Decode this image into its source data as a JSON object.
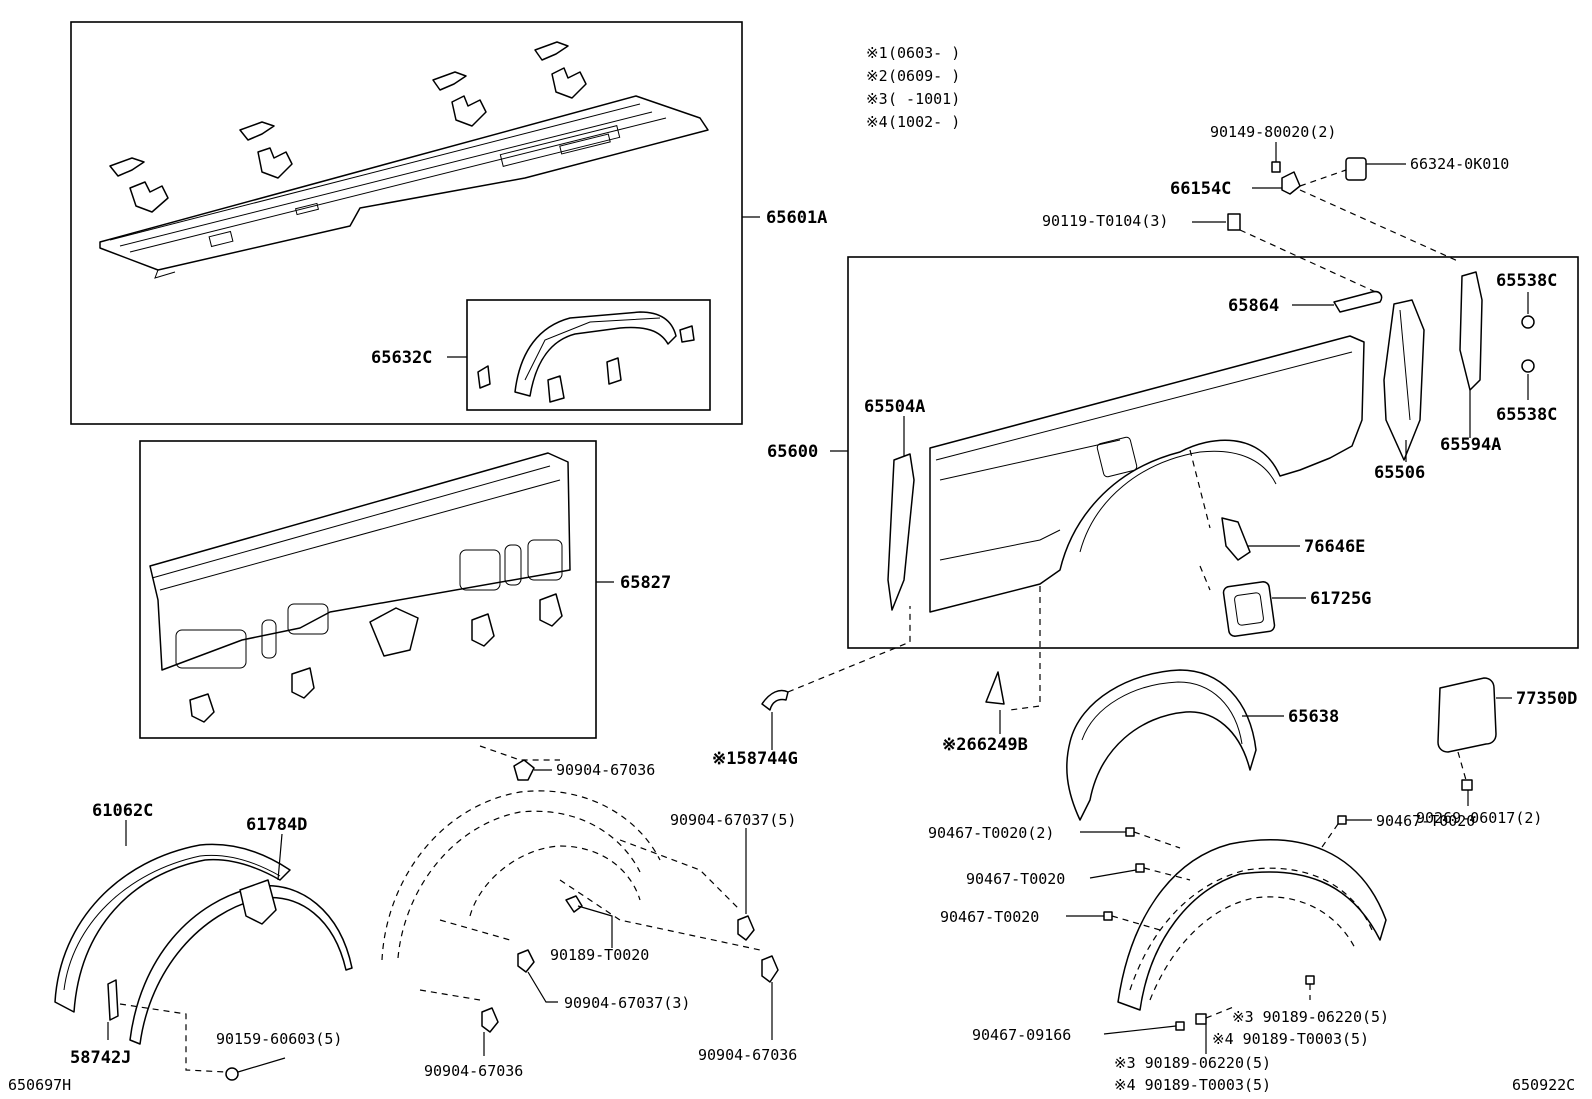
{
  "notes": [
    {
      "mark": "※1",
      "range": "(0603-      )"
    },
    {
      "mark": "※2",
      "range": "(0609-      )"
    },
    {
      "mark": "※3",
      "range": "(      -1001)"
    },
    {
      "mark": "※4",
      "range": "(1002-      )"
    }
  ],
  "labels": {
    "p65601A": "65601A",
    "p65632C": "65632C",
    "p65827": "65827",
    "p61062C": "61062C",
    "p61784D": "61784D",
    "p58742J": "58742J",
    "p90159": "90159-60603(5)",
    "p90904_67036_top": "90904-67036",
    "p90904_67037_5": "90904-67037(5)",
    "p90189_T0020": "90189-T0020",
    "p90904_67037_3": "90904-67037(3)",
    "p90904_67036_right": "90904-67036",
    "p90904_67036_bottom": "90904-67036",
    "p158744G": "※158744G",
    "p90149": "90149-80020(2)",
    "p66324": "66324-0K010",
    "p66154C": "66154C",
    "p90119": "90119-T0104(3)",
    "p65864": "65864",
    "p65538C_top": "65538C",
    "p65538C_bottom": "65538C",
    "p65594A": "65594A",
    "p65504A": "65504A",
    "p65600": "65600",
    "p65506": "65506",
    "p76646E": "76646E",
    "p61725G": "61725G",
    "p266249B": "※266249B",
    "p65638": "65638",
    "p77350D": "77350D",
    "p90269": "90269-06017(2)",
    "p90467_T0020_2": "90467-T0020(2)",
    "p90467_T0020_right": "90467-T0020",
    "p90467_T0020_a": "90467-T0020",
    "p90467_T0020_b": "90467-T0020",
    "p90467_09166": "90467-09166",
    "p3_06220_a": "※3 90189-06220(5)",
    "p4_T0003_a": "※4 90189-T0003(5)",
    "p3_06220_b": "※3 90189-06220(5)",
    "p4_T0003_b": "※4 90189-T0003(5)"
  },
  "footer": {
    "left_code": "650697H",
    "right_code": "650922C"
  }
}
